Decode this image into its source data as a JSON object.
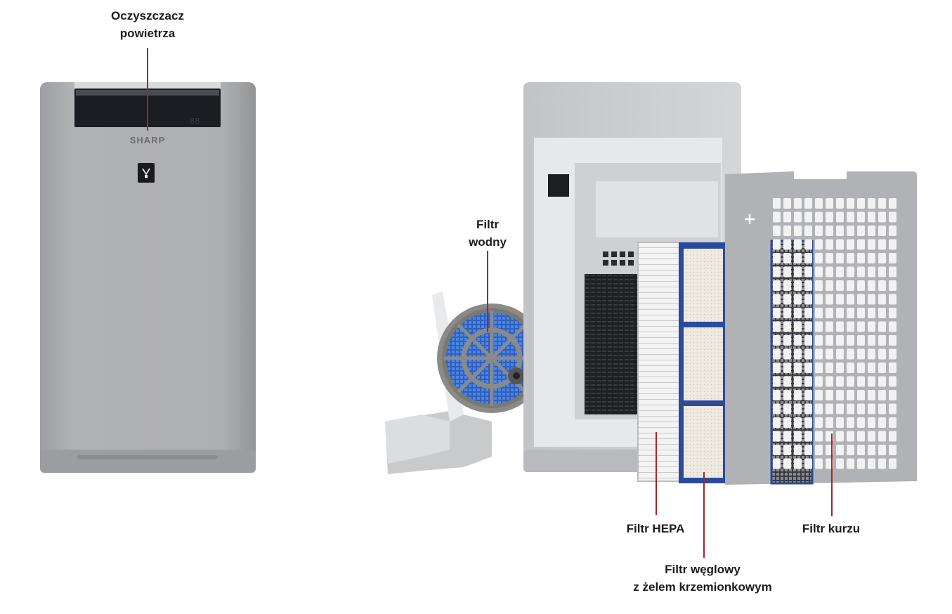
{
  "labels": {
    "purifier_line1": "Oczyszczacz",
    "purifier_line2": "powietrza",
    "water_filter_line1": "Filtr",
    "water_filter_line2": "wodny",
    "hepa_filter": "Filtr HEPA",
    "carbon_filter_line1": "Filtr węglowy",
    "carbon_filter_line2": "z żelem krzemionkowym",
    "dust_filter": "Filtr kurzu"
  },
  "device": {
    "brand": "SHARP"
  },
  "colors": {
    "background": "#ffffff",
    "callout_line": "#a3262b",
    "device_body": "#a9aaac",
    "filter_blue": "#2b4a9c",
    "label_text": "#1b1b1b"
  }
}
